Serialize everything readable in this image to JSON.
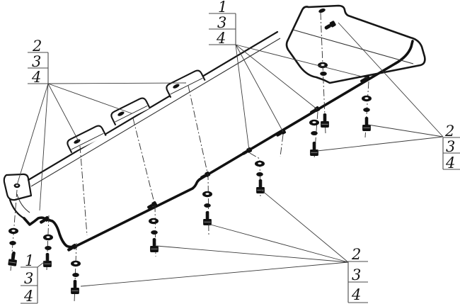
{
  "figure": {
    "type": "exploded-assembly-technical-drawing",
    "background": "#ffffff",
    "line_color": "#161616",
    "box_line_color": "#4a4a4a"
  },
  "callouts": {
    "top_center": {
      "rows": [
        "1",
        "3",
        "4"
      ]
    },
    "upper_left": {
      "rows": [
        "2",
        "3",
        "4"
      ]
    },
    "right": {
      "rows": [
        "2",
        "3",
        "4"
      ]
    },
    "bottom_left": {
      "rows": [
        "1",
        "3",
        "4"
      ]
    },
    "bottom_right": {
      "rows": [
        "2",
        "3",
        "4"
      ]
    }
  }
}
